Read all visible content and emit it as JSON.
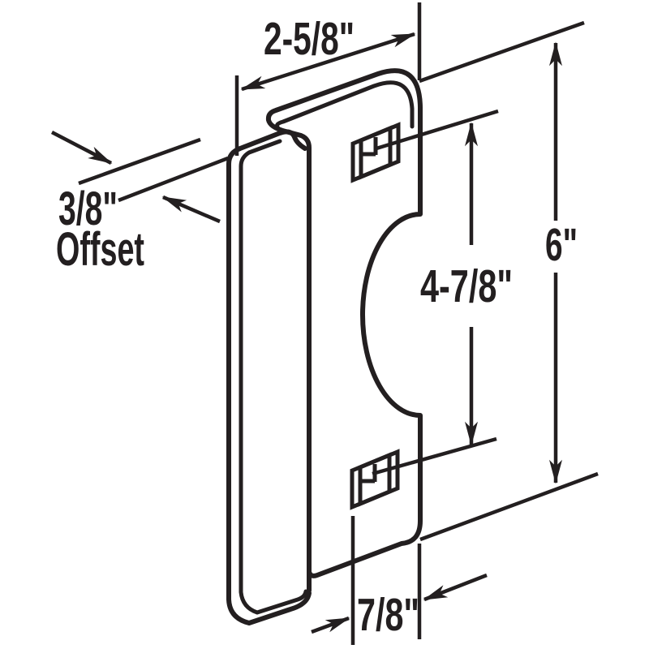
{
  "diagram": {
    "labels": {
      "top_width": "2-5/8\"",
      "offset_value": "3/8\"",
      "offset_caption": "Offset",
      "right_height": "6\"",
      "hole_spacing": "4-7/8\"",
      "bottom_offset": "7/8\""
    },
    "colors": {
      "ink": "#231f20",
      "background": "#ffffff"
    }
  }
}
